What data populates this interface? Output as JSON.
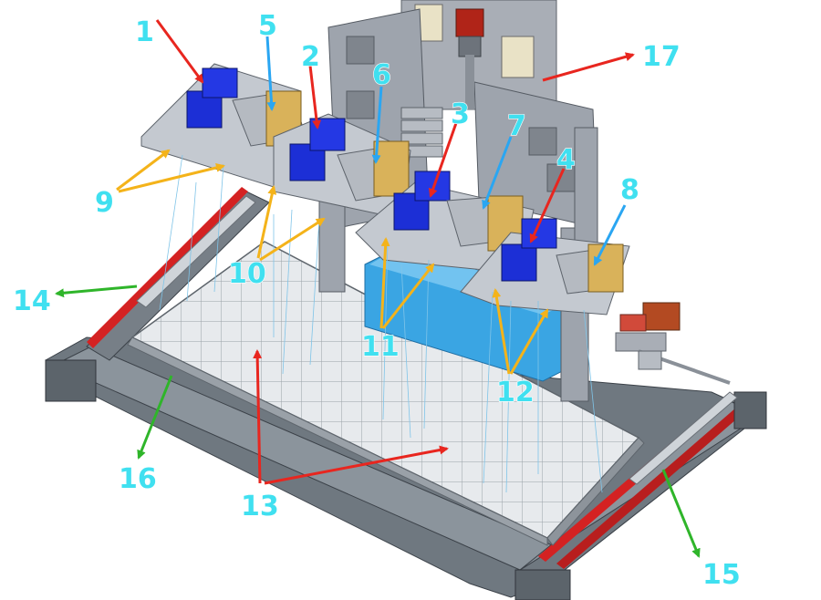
{
  "labels": {
    "l1": "1",
    "l2": "2",
    "l3": "3",
    "l4": "4",
    "l5": "5",
    "l6": "6",
    "l7": "7",
    "l8": "8",
    "l9": "9",
    "l10": "10",
    "l11": "11",
    "l12": "12",
    "l13": "13",
    "l14": "14",
    "l15": "15",
    "l16": "16",
    "l17": "17"
  },
  "colors": {
    "label": "#40e0f0",
    "arrow_red": "#e8261f",
    "arrow_blue": "#2aa6f2",
    "arrow_orange": "#f4b31a",
    "arrow_green": "#2fb52a",
    "motor_blue": "#1c2fd6",
    "gold": "#d9b25a",
    "frame_gray": "#9ea4ad",
    "plate_gray": "#c4c9d0",
    "grid_tile": "#e6e9ec",
    "red_rail": "#d42222",
    "tank_blue": "#3aa5e3"
  }
}
